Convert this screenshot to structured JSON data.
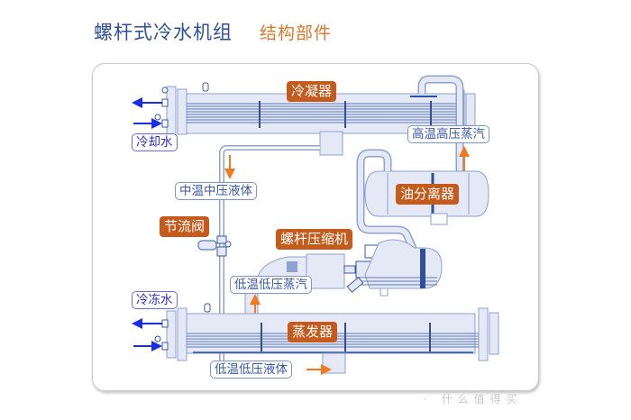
{
  "header": {
    "title": "螺杆式冷水机组",
    "subtitle": "结构部件"
  },
  "components": {
    "condenser": "冷凝器",
    "oil_separator": "油分离器",
    "throttle_valve": "节流阀",
    "screw_compressor": "螺杆压缩机",
    "evaporator": "蒸发器"
  },
  "flow_labels": {
    "cooling_water": "冷却水",
    "chilled_water": "冷冻水",
    "high_temp_high_pressure_vapor": "高温高压蒸汽",
    "medium_temp_medium_pressure_liquid": "中温中压液体",
    "low_temp_low_pressure_vapor": "低温低压蒸汽",
    "low_temp_low_pressure_liquid": "低温低压液体"
  },
  "colors": {
    "title": "#2e4f9a",
    "subtitle": "#d9792e",
    "component_tag": "#c45a1c",
    "pipe_fill": "#e4e9f5",
    "pipe_stroke": "#6c86c4",
    "tube_bundle": "#5d78bd",
    "flow_arrow": "#f07a22",
    "water_arrow": "#1a2ee6"
  },
  "watermark": "· 什么值得买"
}
